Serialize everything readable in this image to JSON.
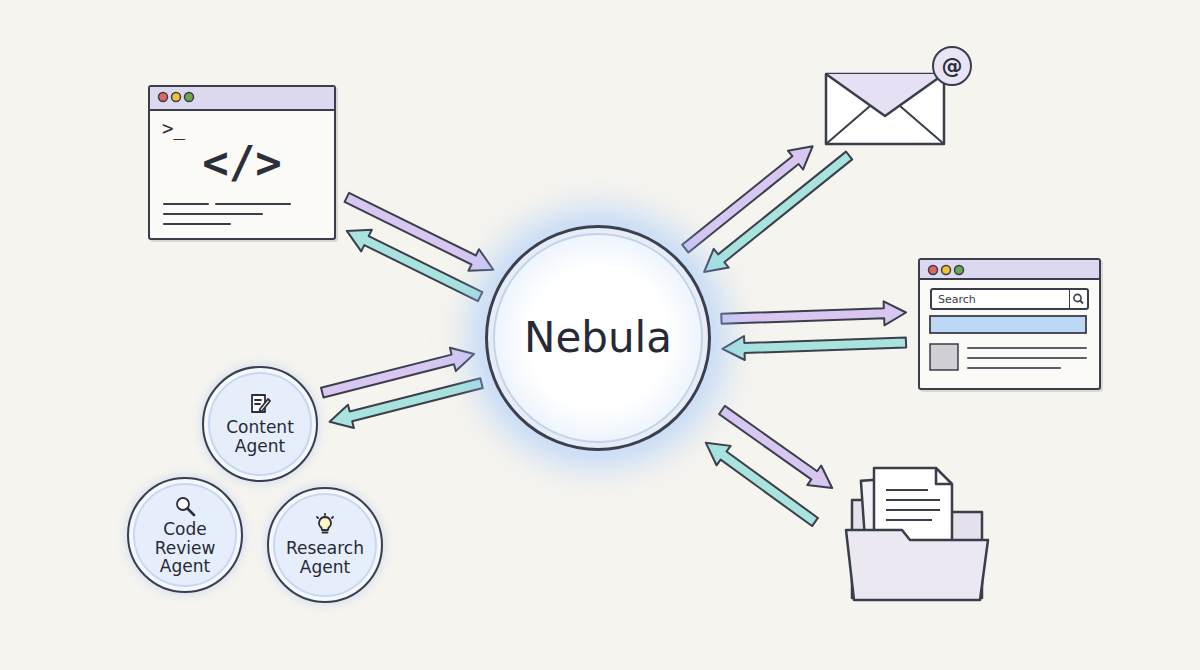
{
  "diagram": {
    "nodes": [
      {
        "text": [
          ">_",
          "</>"
        ]
      },
      {
        "text": [
          "@"
        ]
      },
      {
        "text": [
          "Nebula"
        ]
      },
      {
        "text": [
          "Search"
        ]
      },
      {
        "text": [
          "Content Agent"
        ]
      },
      {
        "text": [
          "Code Review Agent"
        ]
      },
      {
        "text": [
          "Research Agent"
        ]
      }
    ],
    "edges": [
      {
        "from": 0,
        "to": 2,
        "arrow": "to"
      },
      {
        "from": 2,
        "to": 0,
        "arrow": "to"
      },
      {
        "from": 2,
        "to": 1,
        "arrow": "to"
      },
      {
        "from": 1,
        "to": 2,
        "arrow": "to"
      },
      {
        "from": 2,
        "to": 3,
        "arrow": "to"
      },
      {
        "from": 3,
        "to": 2,
        "arrow": "to"
      },
      {
        "from": 4,
        "to": 2,
        "arrow": "to"
      },
      {
        "from": 2,
        "to": 4,
        "arrow": "to"
      }
    ]
  }
}
